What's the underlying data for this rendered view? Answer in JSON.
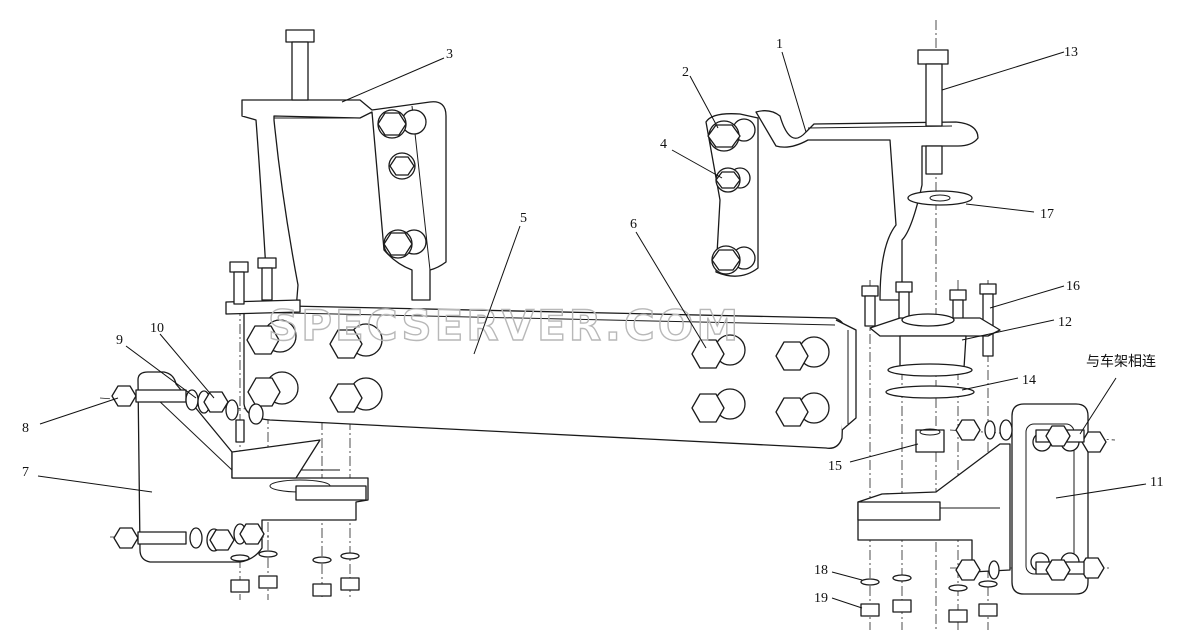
{
  "diagram": {
    "callouts": [
      {
        "id": "c1",
        "text": "1"
      },
      {
        "id": "c2",
        "text": "2"
      },
      {
        "id": "c3",
        "text": "3"
      },
      {
        "id": "c4",
        "text": "4"
      },
      {
        "id": "c5",
        "text": "5"
      },
      {
        "id": "c6",
        "text": "6"
      },
      {
        "id": "c7",
        "text": "7"
      },
      {
        "id": "c8",
        "text": "8"
      },
      {
        "id": "c9",
        "text": "9"
      },
      {
        "id": "c10",
        "text": "10"
      },
      {
        "id": "c11",
        "text": "11"
      },
      {
        "id": "c12",
        "text": "12"
      },
      {
        "id": "c13",
        "text": "13"
      },
      {
        "id": "c14",
        "text": "14"
      },
      {
        "id": "c15",
        "text": "15"
      },
      {
        "id": "c16",
        "text": "16"
      },
      {
        "id": "c17",
        "text": "17"
      },
      {
        "id": "c18",
        "text": "18"
      },
      {
        "id": "c19",
        "text": "19"
      }
    ],
    "frame_note": "与车架相连",
    "watermark": "SPECSERVER.COM"
  }
}
